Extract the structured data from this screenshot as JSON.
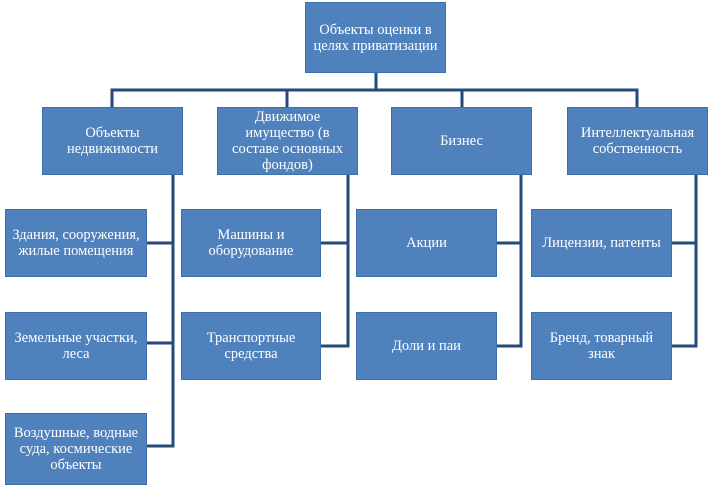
{
  "diagram": {
    "root": {
      "label": "Объекты оценки  в целях приватизации"
    },
    "categories": [
      {
        "label": "Объекты недвижимости",
        "items": [
          "Здания, сооружения, жилые помещения",
          "Земельные участки, леса",
          "Воздушные, водные суда, космические объекты"
        ]
      },
      {
        "label": "Движимое имущество (в составе основных фондов)",
        "items": [
          "Машины  и оборудование",
          "Транспортные средства"
        ]
      },
      {
        "label": "Бизнес",
        "items": [
          "Акции",
          "Доли и паи"
        ]
      },
      {
        "label": "Интеллектуальная собственность",
        "items": [
          "Лицензии,  патенты",
          "Бренд, товарный знак"
        ]
      }
    ],
    "colors": {
      "box_fill": "#4f81bd",
      "box_text": "#ffffff",
      "connector": "#1f4e79"
    }
  }
}
